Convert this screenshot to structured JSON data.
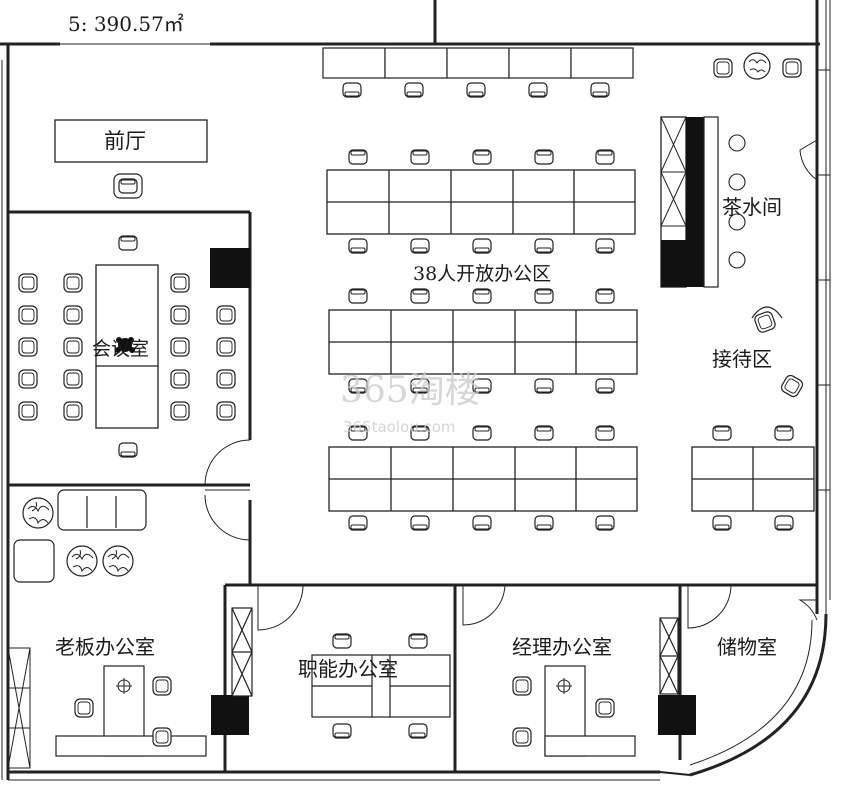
{
  "area_label": "5: 390.57㎡",
  "rooms": {
    "lobby": "前厅",
    "meeting_room": "会议室",
    "pantry": "茶水间",
    "open_office": "38人开放办公区",
    "reception": "接待区",
    "boss_office": "老板办公室",
    "function_office": "职能办公室",
    "manager_office": "经理办公室",
    "storage": "储物室"
  },
  "watermark": {
    "cn": "365淘楼",
    "url": "365taolou.com"
  }
}
